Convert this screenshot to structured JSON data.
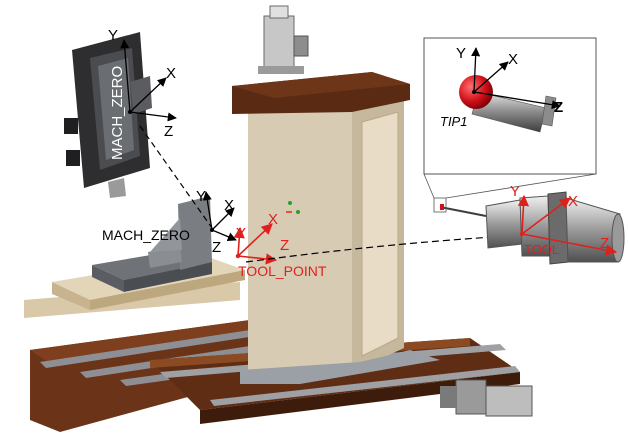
{
  "labels": {
    "inset_mach_zero": "MACH_ZERO",
    "mach_zero": "MACH_ZERO",
    "tool_point": "TOOL_POINT",
    "tool": "TOOL",
    "tip1": "TIP1",
    "axis_x": "X",
    "axis_y": "Y",
    "axis_z": "Z"
  },
  "colors": {
    "frame_axes": "#000000",
    "tool_frame_axes": "#e0201c",
    "tip_ball": "#d0101a",
    "column_face": "#d8cbb4",
    "column_top": "#5a2a12",
    "base": "#6b3418",
    "rail": "#8d8f94"
  }
}
